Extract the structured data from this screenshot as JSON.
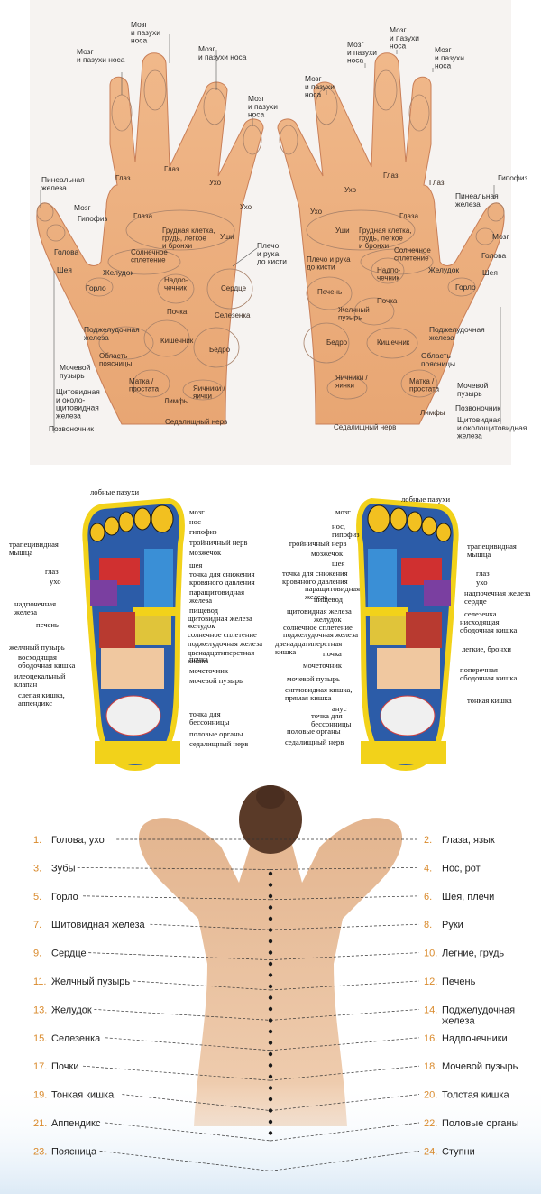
{
  "hands": {
    "left_labels": {
      "brain1": "Мозг\nи пазухи носа",
      "brain2": "Мозг\nи пазухи\nноса",
      "brain3": "Мозг\nи пазухи носа",
      "brain4": "Мозг\nи пазухи\nноса",
      "pineal": "Пинеальная\nжелеза",
      "mozg": "Мозг",
      "gipofiz": "Гипофиз",
      "golova": "Голова",
      "sheya": "Шея",
      "gorlo": "Горло",
      "zheludok": "Желудок",
      "podzh": "Поджелудочная\nжелеза",
      "mochevoy": "Мочевой\nпузырь",
      "shchit": "Щитовидная\nи около-\nщитовидная\nжелеза",
      "pozvon": "Позвоночник",
      "plecho": "Плечо\nи рука\nдо кисти"
    },
    "left_zones": {
      "glaz1": "Глаз",
      "glaz2": "Глаз",
      "ukho": "Ухо",
      "ukho2": "Ухо",
      "glaza": "Глаза",
      "ushi": "Уши",
      "grud": "Грудная клетка,\nгрудь, легкое\nи бронхи",
      "solnech": "Солнечное\nсплетение",
      "nadpoch": "Надпо-\nчечник",
      "serdtse": "Сердце",
      "pochka": "Почка",
      "selez": "Селезенка",
      "kishech": "Кишечник",
      "bedro": "Бедро",
      "oblast": "Область\nпоясницы",
      "matka": "Матка /\nпростата",
      "yaichniki": "Яичники /\nяички",
      "limfy": "Лимфы",
      "sedal": "Седалищный нерв"
    },
    "right_labels": {
      "brain1": "Мозг\nи пазухи\nноса",
      "brain2": "Мозг\nи пазухи\nноса",
      "brain3": "Мозг\nи пазухи\nноса",
      "brain4": "Мозг\nи пазухи\nноса",
      "gipofiz": "Гипофиз",
      "pineal": "Пинеальная\nжелеза",
      "mozg": "Мозг",
      "golova": "Голова",
      "sheya": "Шея",
      "zheludok": "Желудок",
      "gorlo": "Горло",
      "podzh": "Поджелудочная\nжелеза",
      "oblast": "Область\nпоясницы",
      "mochevoy": "Мочевой\nпузырь",
      "pozvon": "Позвоночник",
      "shchit": "Щитовидная\nи околощитовидная\nжелеза"
    },
    "right_zones": {
      "ukho1": "Ухо",
      "ukho2": "Ухо",
      "glaz1": "Глаз",
      "glaz2": "Глаз",
      "ushi": "Уши",
      "glaza": "Глаза",
      "grud": "Грудная клетка,\nгрудь, легкое\nи бронхи",
      "plecho": "Плечо и рука\nдо кисти",
      "solnech": "Солнечное\nсплетение",
      "nadpoch": "Надпо-\nчечник",
      "pechen": "Печень",
      "pochka": "Почка",
      "zhelch": "Желчный\nпузырь",
      "bedro": "Бедро",
      "kishech": "Кишечник",
      "yaichniki": "Яичники /\nяички",
      "matka": "Матка /\nпростата",
      "limfy": "Лимфы",
      "sedal": "Седалищный нерв"
    }
  },
  "feet": {
    "left": {
      "lobnye": "лобные пазухи",
      "mozg": "мозг",
      "nos": "нос",
      "gipofiz": "гипофиз",
      "troynich": "тройничный нерв",
      "trapets": "трапецивидная\nмышца",
      "mozzhechok": "мозжечок",
      "glaz": "глаз",
      "ukho": "ухо",
      "sheya": "шея",
      "tochka_davl": "точка для снижения\nкровяного давления",
      "paraschit": "паращитовидная\nжелеза",
      "nadpoch": "надпочечная\nжелеза",
      "pishchevod": "пищевод",
      "shchit": "щитовидная железа",
      "zheludok": "желудок",
      "pechen": "печень",
      "solnech": "солнечное сплетение",
      "podzh": "поджелудочная железа",
      "dvenadts": "двенадцатиперстная\nкишка",
      "zhelch": "желчный пузырь",
      "voskh": "восходящая\nободочная кишка",
      "ileo": "илеоцекальный\nклапан",
      "slepaya": "слепая кишка,\nаппендикс",
      "pochka": "почка",
      "mocheto": "мочеточник",
      "mochevoy": "мочевой пузырь",
      "bessonn": "точка для\nбессонницы",
      "polov": "половые органы",
      "sedal": "седалищный нерв"
    },
    "right": {
      "lobnye": "лобные пазухи",
      "mozg": "мозг",
      "nos_gip": "нос,\nгипофиз",
      "troynich": "тройничный нерв",
      "mozzhechok": "мозжечок",
      "sheya": "шея",
      "trapets": "трапецивидная\nмышца",
      "tochka_davl": "точка для снижения\nкровяного давления",
      "paraschit": "паращитовидная\nжелеза",
      "glaz": "глаз",
      "ukho": "ухо",
      "nadpoch": "надпочечная железа",
      "serdtse": "сердце",
      "pishchevod": "пищевод",
      "selez": "селезенка",
      "shchit": "щитовидная железа",
      "niskh": "нисходящая\nободочная кишка",
      "zheludok": "желудок",
      "solnech": "солнечное сплетение",
      "podzh": "поджелудочная железа",
      "dvenadts": "двенадцатиперстная\nкишка",
      "legkie": "легкие, бронхи",
      "pochka": "почка",
      "mocheto": "мочеточник",
      "poperech": "поперечная\nободочная кишка",
      "mochevoy": "мочевой пузырь",
      "sigm": "сигмовидная кишка,\nпрямая кишка",
      "tonkaya": "тонкая кишка",
      "anus": "анус",
      "bessonn": "точка для\nбессонницы",
      "polov": "половые органы",
      "sedal": "седалищный нерв"
    }
  },
  "back": {
    "left": [
      {
        "num": "1.",
        "label": "Голова, ухо"
      },
      {
        "num": "3.",
        "label": "Зубы"
      },
      {
        "num": "5.",
        "label": "Горло"
      },
      {
        "num": "7.",
        "label": "Щитовидная железа"
      },
      {
        "num": "9.",
        "label": "Сердце"
      },
      {
        "num": "11.",
        "label": "Желчный пузырь"
      },
      {
        "num": "13.",
        "label": "Желудок"
      },
      {
        "num": "15.",
        "label": "Селезенка"
      },
      {
        "num": "17.",
        "label": "Почки"
      },
      {
        "num": "19.",
        "label": "Тонкая кишка"
      },
      {
        "num": "21.",
        "label": "Аппендикс"
      },
      {
        "num": "23.",
        "label": "Поясница"
      }
    ],
    "right": [
      {
        "num": "2.",
        "label": "Глаза, язык"
      },
      {
        "num": "4.",
        "label": "Нос, рот"
      },
      {
        "num": "6.",
        "label": "Шея, плечи"
      },
      {
        "num": "8.",
        "label": "Руки"
      },
      {
        "num": "10.",
        "label": "Легние, грудь"
      },
      {
        "num": "12.",
        "label": "Печень"
      },
      {
        "num": "14.",
        "label": "Поджелудочная\nжелеза"
      },
      {
        "num": "16.",
        "label": "Надпочечники"
      },
      {
        "num": "18.",
        "label": "Мочевой пузырь"
      },
      {
        "num": "20.",
        "label": "Толстая кишка"
      },
      {
        "num": "22.",
        "label": "Половые органы"
      },
      {
        "num": "24.",
        "label": "Ступни"
      }
    ]
  }
}
